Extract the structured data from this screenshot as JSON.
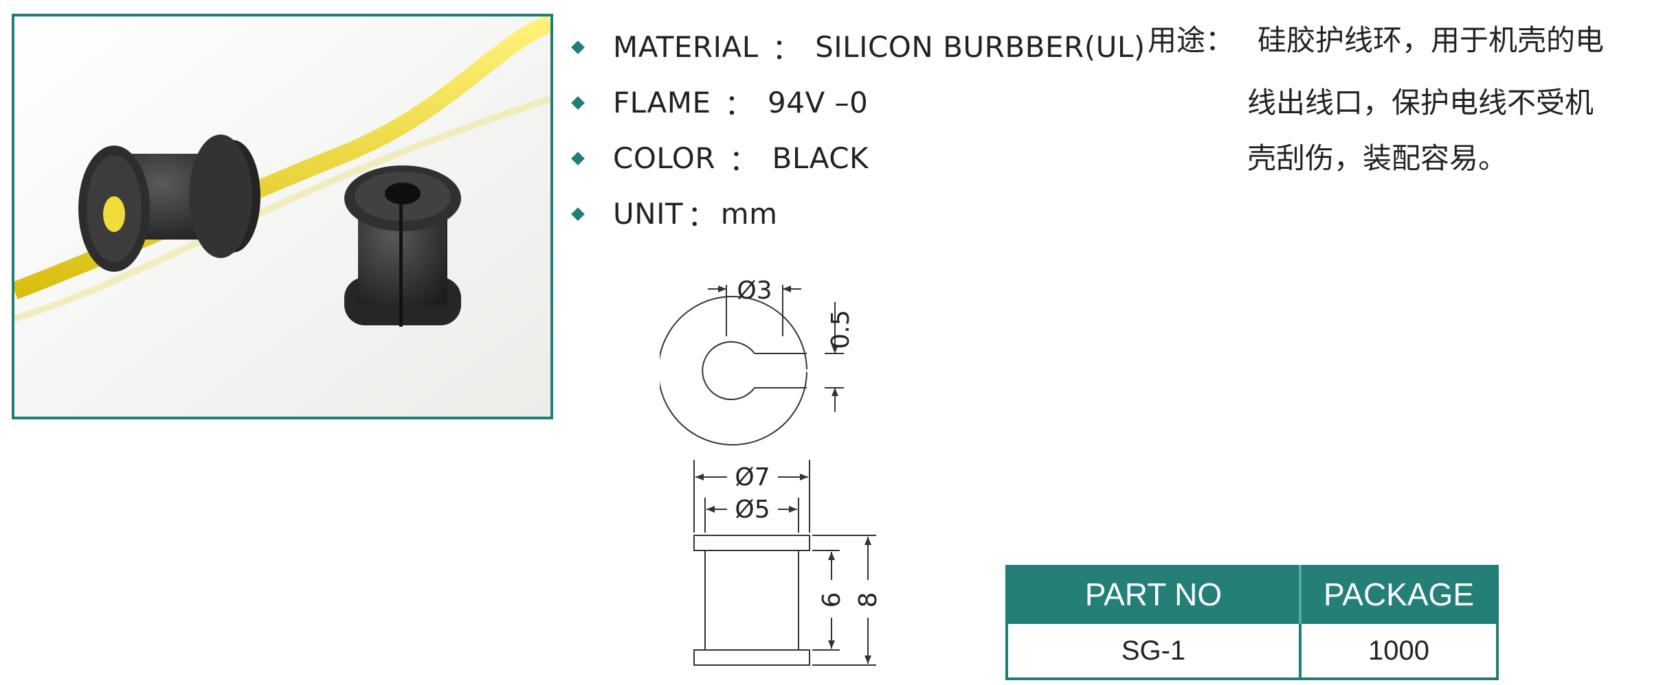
{
  "specs": [
    {
      "label": "MATERIAL",
      "sep": "：",
      "value": "SILICON BURBBER(UL)"
    },
    {
      "label": "FLAME",
      "sep": "：",
      "value": "94V –0"
    },
    {
      "label": "COLOR",
      "sep": "：",
      "value": "BLACK"
    },
    {
      "label": "UNIT",
      "sep": "：",
      "value": "mm"
    }
  ],
  "usage": {
    "label": "用途：",
    "lines": [
      "硅胶护线环，用于机壳的电",
      "线出线口，保护电线不受机",
      "壳刮伤，装配容易。"
    ]
  },
  "drawing": {
    "top_view": {
      "inner_dia": "Ø3",
      "slot": "0.5"
    },
    "side_view": {
      "outer_dia": "Ø7",
      "body_dia": "Ø5",
      "inner_height": "6",
      "total_height": "8"
    }
  },
  "table": {
    "headers": [
      "PART NO",
      "PACKAGE"
    ],
    "rows": [
      [
        "SG-1",
        "1000"
      ]
    ]
  },
  "colors": {
    "accent": "#1f7e75",
    "header_bg": "#247f77",
    "wire": "#f2dc3a",
    "grommet": "#2c2c2c"
  }
}
